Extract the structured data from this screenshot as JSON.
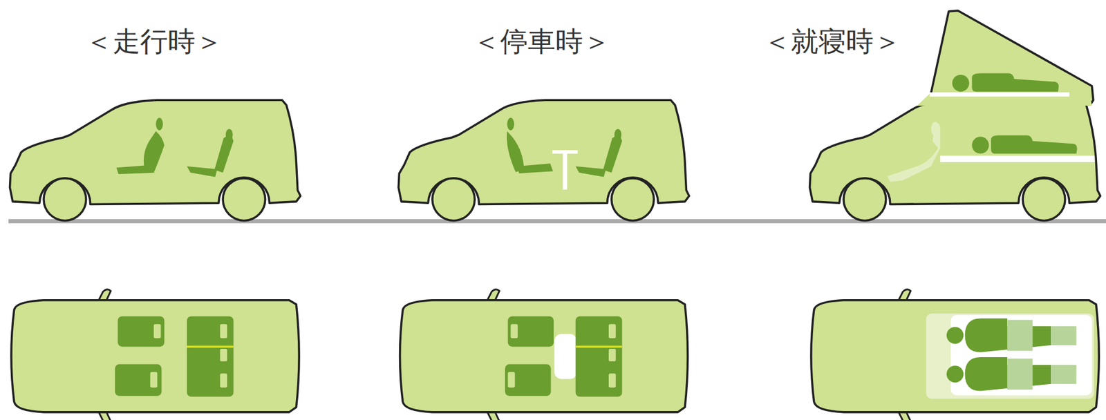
{
  "diagram": {
    "labels": [
      "＜走行時＞",
      "＜停車時＞",
      "＜就寝時＞"
    ]
  }
}
